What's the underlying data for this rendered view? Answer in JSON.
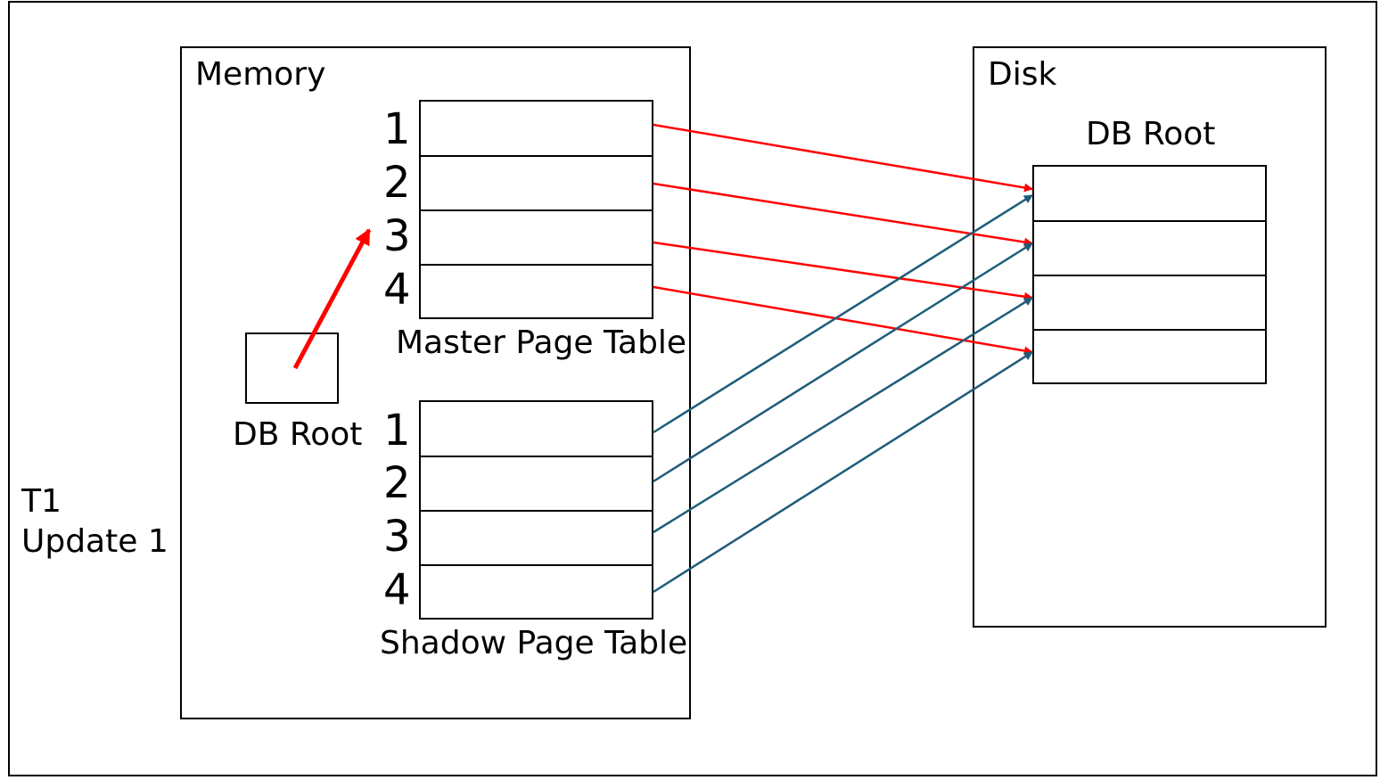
{
  "scenario": {
    "transaction": "T1",
    "operation": "Update 1"
  },
  "memory": {
    "title": "Memory",
    "db_root_label": "DB Root",
    "master_table": {
      "label": "Master Page Table",
      "rows": [
        "1",
        "2",
        "3",
        "4"
      ]
    },
    "shadow_table": {
      "label": "Shadow Page Table",
      "rows": [
        "1",
        "2",
        "3",
        "4"
      ]
    }
  },
  "disk": {
    "title": "Disk",
    "db_root_label": "DB Root",
    "page_count": 4
  },
  "colors": {
    "master_arrows": "#ff0000",
    "shadow_arrows": "#1f5c7a",
    "root_pointer": "#ff0000"
  }
}
